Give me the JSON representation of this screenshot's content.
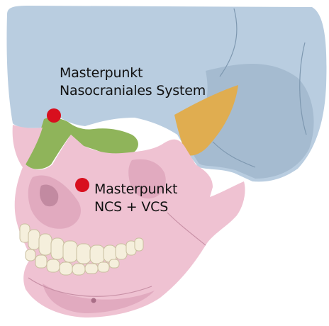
{
  "figure": {
    "colors": {
      "background": "#ffffff",
      "cranium": "#b9cde0",
      "cranium_shadow": "#9cb3c9",
      "nasal_green": "#8fb45a",
      "sphenoid_orange": "#e0ad50",
      "facial_pink": "#efc2d2",
      "facial_shadow": "#d99db5",
      "teeth": "#f5efdc",
      "teeth_outline": "#c9bf9f",
      "marker_red": "#d80f1e",
      "text": "#111111"
    },
    "annotations": [
      {
        "marker_color": "#d80f1e",
        "line1": "Masterpunkt",
        "line2": "Nasocraniales System"
      },
      {
        "marker_color": "#d80f1e",
        "line1": "Masterpunkt",
        "line2": "NCS + VCS"
      }
    ]
  }
}
